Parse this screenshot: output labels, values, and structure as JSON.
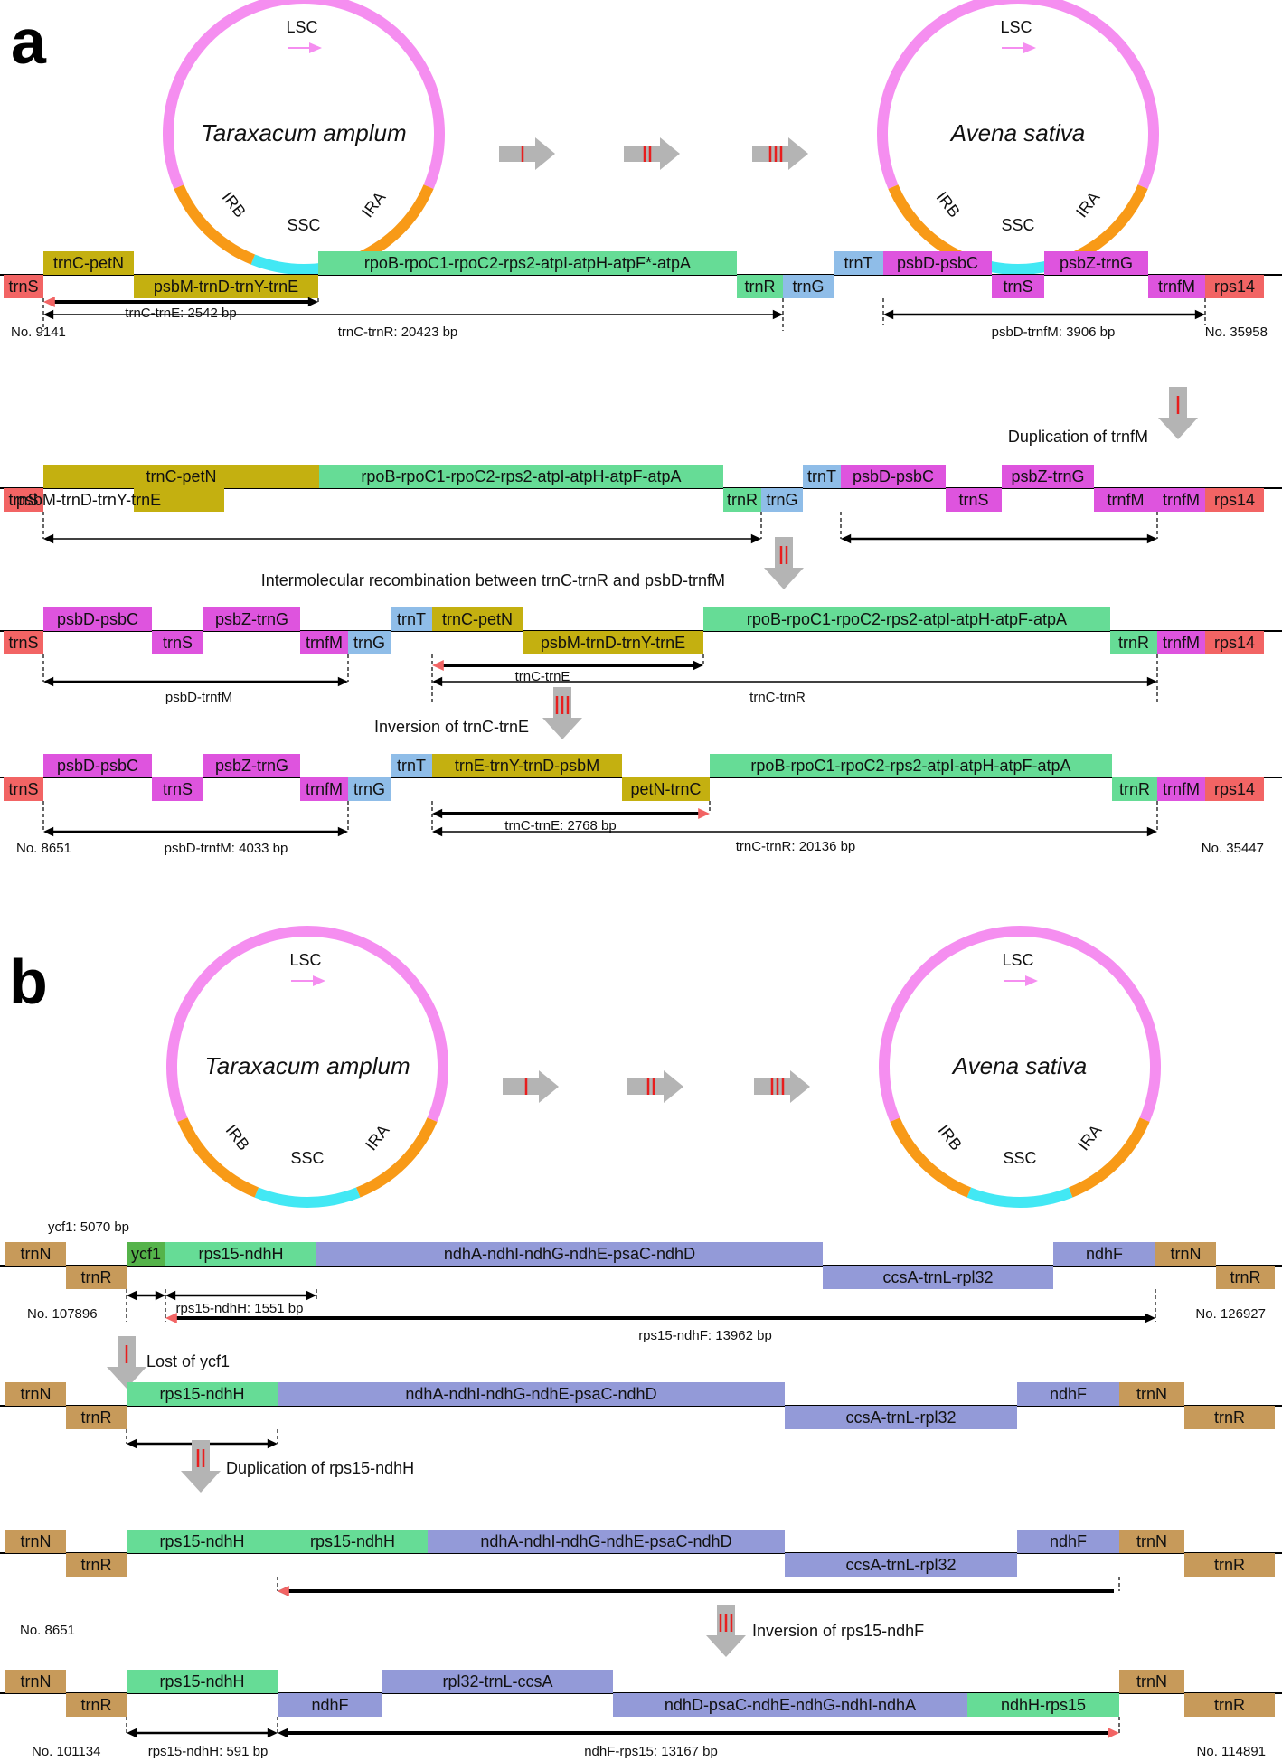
{
  "colors": {
    "lsc": "#f58ef0",
    "ira": "#f89a17",
    "ssc": "#42e8f4",
    "red": "#f26464",
    "olive": "#c4b010",
    "green": "#66dc96",
    "blue": "#8fbde8",
    "magenta": "#de54de",
    "brown": "#c79a5a",
    "dkgreen": "#55b34a",
    "purple": "#939ad8",
    "arrow_gray": "#b4b4b4",
    "roman_red": "#e81e1e"
  },
  "panel_a": {
    "label": "a",
    "circle_left": {
      "title": "Taraxacum amplum",
      "lsc": "LSC",
      "irb": "IRB",
      "ssc": "SSC",
      "ira": "IRA"
    },
    "circle_right": {
      "title": "Avena sativa",
      "lsc": "LSC",
      "irb": "IRB",
      "ssc": "SSC",
      "ira": "IRA"
    },
    "steps": [
      "I",
      "II",
      "III"
    ],
    "track1": {
      "genes": [
        {
          "label": "trnS",
          "color": "red",
          "pos": "below"
        },
        {
          "label": "trnC-petN",
          "color": "olive",
          "pos": "above"
        },
        {
          "label": "psbM-trnD-trnY-trnE",
          "color": "olive",
          "pos": "below"
        },
        {
          "label": "rpoB-rpoC1-rpoC2-rps2-atpI-atpH-atpF*-atpA",
          "color": "green",
          "pos": "above"
        },
        {
          "label": "trnR",
          "color": "green",
          "pos": "below"
        },
        {
          "label": "trnG",
          "color": "blue",
          "pos": "below"
        },
        {
          "label": "trnT",
          "color": "blue",
          "pos": "above"
        },
        {
          "label": "psbD-psbC",
          "color": "magenta",
          "pos": "above"
        },
        {
          "label": "trnS",
          "color": "magenta",
          "pos": "below"
        },
        {
          "label": "psbZ-trnG",
          "color": "magenta",
          "pos": "above"
        },
        {
          "label": "trnfM",
          "color": "magenta",
          "pos": "below"
        },
        {
          "label": "rps14",
          "color": "red",
          "pos": "below"
        }
      ],
      "measures": [
        "trnC-trnE: 2542 bp",
        "trnC-trnR: 20423 bp",
        "psbD-trnfM: 3906 bp"
      ],
      "positions": [
        "No. 9141",
        "No. 35958"
      ]
    },
    "event1": "Duplication of trnfM",
    "track2": {
      "genes": [
        {
          "label": "trnS",
          "color": "red",
          "pos": "below"
        },
        {
          "label": "trnC-petN",
          "color": "olive",
          "pos": "above"
        },
        {
          "label": "psbM-trnD-trnY-trnE",
          "color": "olive",
          "pos": "below"
        },
        {
          "label": "rpoB-rpoC1-rpoC2-rps2-atpI-atpH-atpF-atpA",
          "color": "green",
          "pos": "above"
        },
        {
          "label": "trnR",
          "color": "green",
          "pos": "below"
        },
        {
          "label": "trnG",
          "color": "blue",
          "pos": "below"
        },
        {
          "label": "trnT",
          "color": "blue",
          "pos": "above"
        },
        {
          "label": "psbD-psbC",
          "color": "magenta",
          "pos": "above"
        },
        {
          "label": "trnS",
          "color": "magenta",
          "pos": "below"
        },
        {
          "label": "psbZ-trnG",
          "color": "magenta",
          "pos": "above"
        },
        {
          "label": "trnfM",
          "color": "magenta",
          "pos": "below"
        },
        {
          "label": "trnfM",
          "color": "magenta",
          "pos": "below"
        },
        {
          "label": "rps14",
          "color": "red",
          "pos": "below"
        }
      ]
    },
    "event2": "Intermolecular recombination between trnC-trnR and psbD-trnfM",
    "track3": {
      "genes": [
        {
          "label": "trnS",
          "color": "red",
          "pos": "below"
        },
        {
          "label": "psbD-psbC",
          "color": "magenta",
          "pos": "above"
        },
        {
          "label": "trnS",
          "color": "magenta",
          "pos": "below"
        },
        {
          "label": "psbZ-trnG",
          "color": "magenta",
          "pos": "above"
        },
        {
          "label": "trnfM",
          "color": "magenta",
          "pos": "below"
        },
        {
          "label": "trnG",
          "color": "blue",
          "pos": "below"
        },
        {
          "label": "trnT",
          "color": "blue",
          "pos": "above"
        },
        {
          "label": "trnC-petN",
          "color": "olive",
          "pos": "above"
        },
        {
          "label": "psbM-trnD-trnY-trnE",
          "color": "olive",
          "pos": "below"
        },
        {
          "label": "rpoB-rpoC1-rpoC2-rps2-atpI-atpH-atpF-atpA",
          "color": "green",
          "pos": "above"
        },
        {
          "label": "trnR",
          "color": "green",
          "pos": "below"
        },
        {
          "label": "trnfM",
          "color": "magenta",
          "pos": "below"
        },
        {
          "label": "rps14",
          "color": "red",
          "pos": "below"
        }
      ],
      "measures": [
        "psbD-trnfM",
        "trnC-trnE",
        "trnC-trnR"
      ]
    },
    "event3": "Inversion of trnC-trnE",
    "track4": {
      "genes": [
        {
          "label": "trnS",
          "color": "red",
          "pos": "below"
        },
        {
          "label": "psbD-psbC",
          "color": "magenta",
          "pos": "above"
        },
        {
          "label": "trnS",
          "color": "magenta",
          "pos": "below"
        },
        {
          "label": "psbZ-trnG",
          "color": "magenta",
          "pos": "above"
        },
        {
          "label": "trnfM",
          "color": "magenta",
          "pos": "below"
        },
        {
          "label": "trnG",
          "color": "blue",
          "pos": "below"
        },
        {
          "label": "trnT",
          "color": "blue",
          "pos": "above"
        },
        {
          "label": "trnE-trnY-trnD-psbM",
          "color": "olive",
          "pos": "above"
        },
        {
          "label": "petN-trnC",
          "color": "olive",
          "pos": "below"
        },
        {
          "label": "rpoB-rpoC1-rpoC2-rps2-atpI-atpH-atpF-atpA",
          "color": "green",
          "pos": "above"
        },
        {
          "label": "trnR",
          "color": "green",
          "pos": "below"
        },
        {
          "label": "trnfM",
          "color": "magenta",
          "pos": "below"
        },
        {
          "label": "rps14",
          "color": "red",
          "pos": "below"
        }
      ],
      "measures": [
        "psbD-trnfM: 4033 bp",
        "trnC-trnE: 2768 bp",
        "trnC-trnR: 20136 bp"
      ],
      "positions": [
        "No. 8651",
        "No. 35447"
      ]
    }
  },
  "panel_b": {
    "label": "b",
    "circle_left": {
      "title": "Taraxacum amplum",
      "lsc": "LSC",
      "irb": "IRB",
      "ssc": "SSC",
      "ira": "IRA"
    },
    "circle_right": {
      "title": "Avena sativa",
      "lsc": "LSC",
      "irb": "IRB",
      "ssc": "SSC",
      "ira": "IRA"
    },
    "steps": [
      "I",
      "II",
      "III"
    ],
    "track1": {
      "genes": [
        {
          "label": "trnN",
          "color": "brown",
          "pos": "above"
        },
        {
          "label": "trnR",
          "color": "brown",
          "pos": "below"
        },
        {
          "label": "ycf1",
          "color": "dkgreen",
          "pos": "above"
        },
        {
          "label": "rps15-ndhH",
          "color": "green",
          "pos": "above"
        },
        {
          "label": "ndhA-ndhI-ndhG-ndhE-psaC-ndhD",
          "color": "purple",
          "pos": "above"
        },
        {
          "label": "ccsA-trnL-rpl32",
          "color": "purple",
          "pos": "below"
        },
        {
          "label": "ndhF",
          "color": "purple",
          "pos": "above"
        },
        {
          "label": "trnN",
          "color": "brown",
          "pos": "above"
        },
        {
          "label": "trnR",
          "color": "brown",
          "pos": "below"
        }
      ],
      "measures": [
        "ycf1: 5070 bp",
        "rps15-ndhH: 1551 bp",
        "rps15-ndhF: 13962 bp"
      ],
      "positions": [
        "No. 107896",
        "No. 126927"
      ]
    },
    "event1": "Lost of ycf1",
    "track2": {
      "genes": [
        {
          "label": "trnN",
          "color": "brown",
          "pos": "above"
        },
        {
          "label": "trnR",
          "color": "brown",
          "pos": "below"
        },
        {
          "label": "rps15-ndhH",
          "color": "green",
          "pos": "above"
        },
        {
          "label": "ndhA-ndhI-ndhG-ndhE-psaC-ndhD",
          "color": "purple",
          "pos": "above"
        },
        {
          "label": "ccsA-trnL-rpl32",
          "color": "purple",
          "pos": "below"
        },
        {
          "label": "ndhF",
          "color": "purple",
          "pos": "above"
        },
        {
          "label": "trnN",
          "color": "brown",
          "pos": "above"
        },
        {
          "label": "trnR",
          "color": "brown",
          "pos": "below"
        }
      ]
    },
    "event2": "Duplication of rps15-ndhH",
    "track3": {
      "genes": [
        {
          "label": "trnN",
          "color": "brown",
          "pos": "above"
        },
        {
          "label": "trnR",
          "color": "brown",
          "pos": "below"
        },
        {
          "label": "rps15-ndhH",
          "color": "green",
          "pos": "above"
        },
        {
          "label": "rps15-ndhH",
          "color": "green",
          "pos": "above"
        },
        {
          "label": "ndhA-ndhI-ndhG-ndhE-psaC-ndhD",
          "color": "purple",
          "pos": "above"
        },
        {
          "label": "ccsA-trnL-rpl32",
          "color": "purple",
          "pos": "below"
        },
        {
          "label": "ndhF",
          "color": "purple",
          "pos": "above"
        },
        {
          "label": "trnN",
          "color": "brown",
          "pos": "above"
        },
        {
          "label": "trnR",
          "color": "brown",
          "pos": "below"
        }
      ],
      "positions": [
        "No. 8651"
      ]
    },
    "event3": "Inversion of rps15-ndhF",
    "track4": {
      "genes": [
        {
          "label": "trnN",
          "color": "brown",
          "pos": "above"
        },
        {
          "label": "trnR",
          "color": "brown",
          "pos": "below"
        },
        {
          "label": "rps15-ndhH",
          "color": "green",
          "pos": "above"
        },
        {
          "label": "ndhF",
          "color": "purple",
          "pos": "below"
        },
        {
          "label": "rpl32-trnL-ccsA",
          "color": "purple",
          "pos": "above"
        },
        {
          "label": "ndhD-psaC-ndhE-ndhG-ndhI-ndhA",
          "color": "purple",
          "pos": "below"
        },
        {
          "label": "ndhH-rps15",
          "color": "green",
          "pos": "below"
        },
        {
          "label": "trnN",
          "color": "brown",
          "pos": "above"
        },
        {
          "label": "trnR",
          "color": "brown",
          "pos": "below"
        }
      ],
      "measures": [
        "rps15-ndhH: 591 bp",
        "ndhF-rps15: 13167 bp"
      ],
      "positions": [
        "No. 101134",
        "No. 114891"
      ]
    }
  }
}
